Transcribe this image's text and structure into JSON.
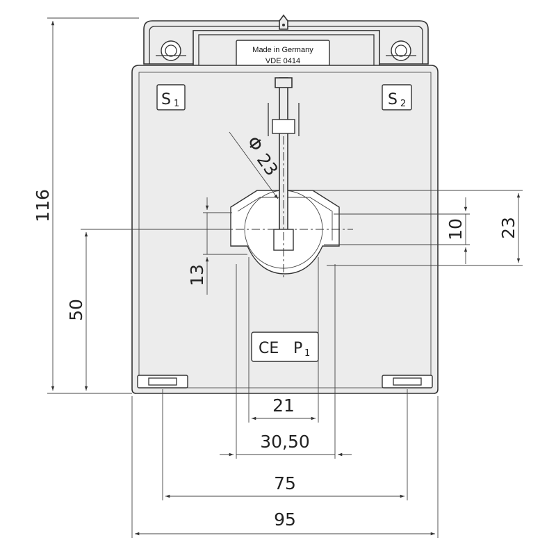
{
  "label": {
    "line1": "Made in Germany",
    "line2": "VDE 0414"
  },
  "terminals": {
    "s1_letter": "S",
    "s1_index": "1",
    "s2_letter": "S",
    "s2_index": "2",
    "p1_letter": "P",
    "p1_index": "1"
  },
  "marks": {
    "ce": "CE"
  },
  "dimensions": {
    "height_total": "116",
    "height_axis": "50",
    "width_total": "95",
    "width_mount": "75",
    "opening_outer": "30,50",
    "opening_inner": "21",
    "diameter": "23",
    "diameter_symbol": "Φ",
    "window_height_outer": "23",
    "window_height_inner": "10",
    "window_height_left": "13"
  }
}
